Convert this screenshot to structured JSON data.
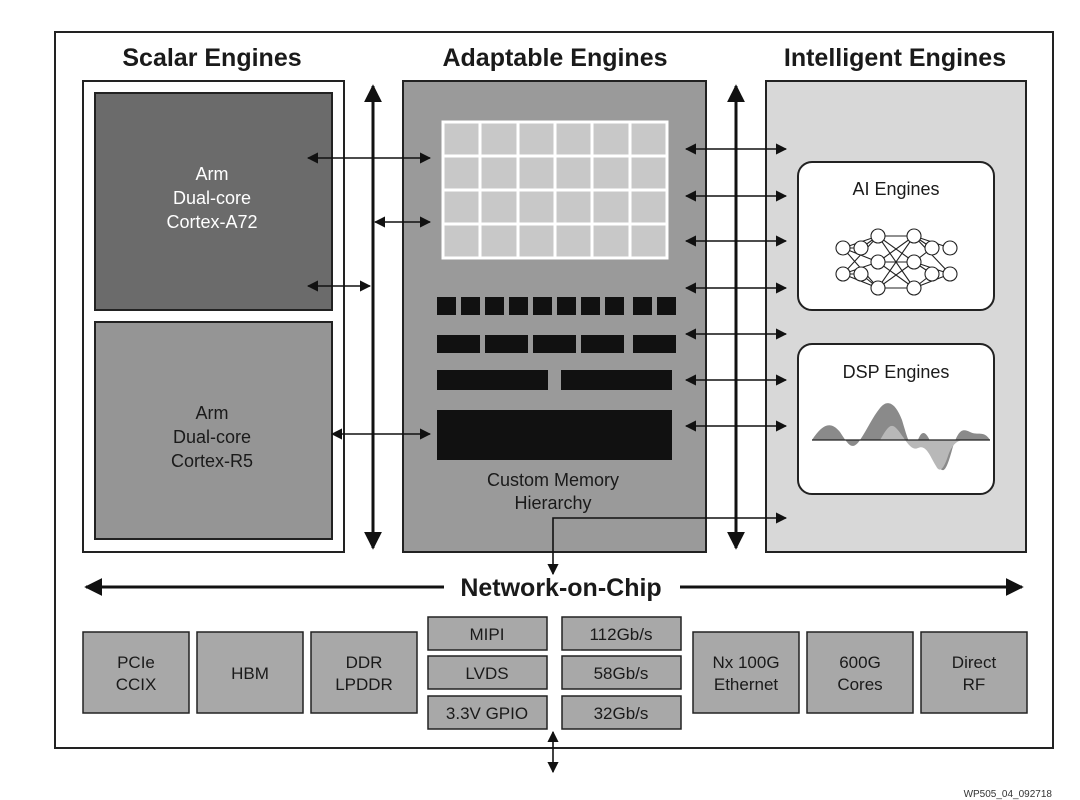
{
  "sections": {
    "scalar": {
      "title": "Scalar Engines"
    },
    "adaptable": {
      "title": "Adaptable Engines"
    },
    "intelligent": {
      "title": "Intelligent Engines"
    }
  },
  "scalar_blocks": [
    {
      "lines": [
        "Arm",
        "Dual-core",
        "Cortex-A72"
      ]
    },
    {
      "lines": [
        "Arm",
        "Dual-core",
        "Cortex-R5"
      ]
    }
  ],
  "memory_label": [
    "Custom Memory",
    "Hierarchy"
  ],
  "intelligent_blocks": {
    "ai": {
      "title": "AI Engines"
    },
    "dsp": {
      "title": "DSP Engines"
    }
  },
  "noc": {
    "label": "Network-on-Chip"
  },
  "io_blocks": [
    {
      "lines": [
        "PCIe",
        "CCIX"
      ]
    },
    {
      "lines": [
        "HBM"
      ]
    },
    {
      "lines": [
        "DDR",
        "LPDDR"
      ]
    }
  ],
  "io_stack_left": [
    "MIPI",
    "LVDS",
    "3.3V GPIO"
  ],
  "io_stack_right": [
    "112Gb/s",
    "58Gb/s",
    "32Gb/s"
  ],
  "io_blocks_right": [
    {
      "lines": [
        "Nx 100G",
        "Ethernet"
      ]
    },
    {
      "lines": [
        "600G",
        "Cores"
      ]
    },
    {
      "lines": [
        "Direct",
        "RF"
      ]
    }
  ],
  "figure_id": "WP505_04_092718",
  "colors": {
    "outer_border": "#222222",
    "dark_block": "#6b6b6b",
    "mid_block": "#959595",
    "adaptable_bg": "#9a9a9a",
    "intelligent_bg": "#d8d8d8",
    "io_bg": "#a8a8a8",
    "black_block": "#111111"
  }
}
